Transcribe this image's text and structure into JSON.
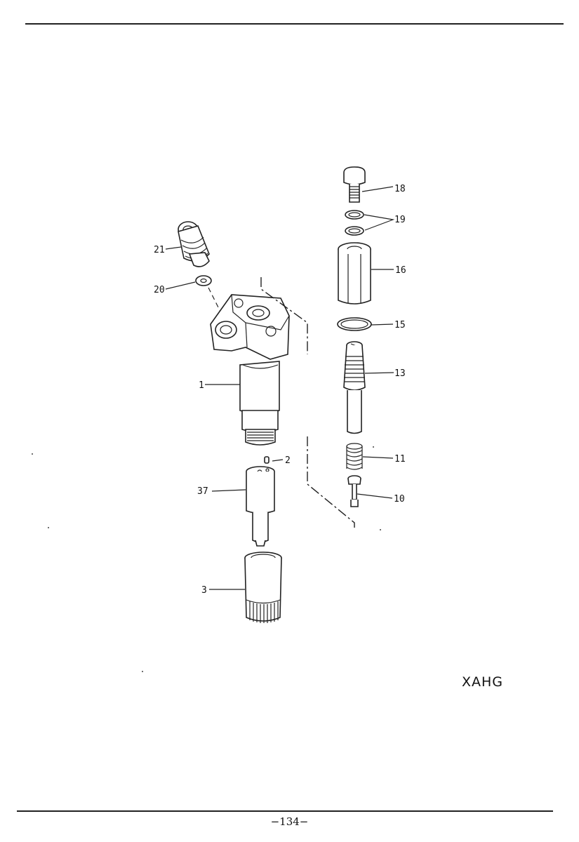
{
  "document": {
    "catalog_code": "XAHG",
    "page_number": "−134−"
  },
  "callouts": [
    {
      "id": "1",
      "label": "1"
    },
    {
      "id": "2",
      "label": "2"
    },
    {
      "id": "3",
      "label": "3"
    },
    {
      "id": "10",
      "label": "10"
    },
    {
      "id": "11",
      "label": "11"
    },
    {
      "id": "13",
      "label": "13"
    },
    {
      "id": "15",
      "label": "15"
    },
    {
      "id": "16",
      "label": "16"
    },
    {
      "id": "18",
      "label": "18"
    },
    {
      "id": "19",
      "label": "19"
    },
    {
      "id": "20",
      "label": "20"
    },
    {
      "id": "21",
      "label": "21"
    },
    {
      "id": "37",
      "label": "37"
    }
  ]
}
